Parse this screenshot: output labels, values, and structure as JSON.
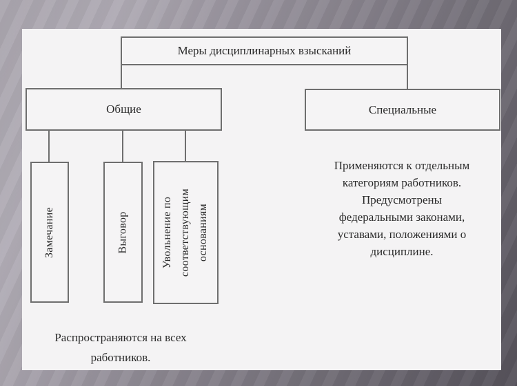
{
  "diagram": {
    "root": {
      "label": "Меры дисциплинарных взысканий"
    },
    "branches": {
      "general": {
        "label": "Общие"
      },
      "special": {
        "label": "Специальные"
      }
    },
    "general_items": [
      {
        "label": "Замечание"
      },
      {
        "label": "Выговор"
      },
      {
        "lines": [
          "Увольнение по",
          "соответствующим",
          "основаниям"
        ]
      }
    ],
    "general_note": {
      "lines": [
        "Распространяются на всех",
        "работников."
      ]
    },
    "special_note": {
      "lines": [
        "Применяются к отдельным",
        "категориям работников.",
        "Предусмотрены",
        "федеральными законами,",
        "уставами, положениями о",
        "дисциплине."
      ]
    }
  },
  "colors": {
    "background_light": "#aca7b1",
    "background_dark": "#56525b",
    "panel": "#f4f3f4",
    "box_border": "#6e6e6e",
    "text": "#2b2b2b"
  }
}
